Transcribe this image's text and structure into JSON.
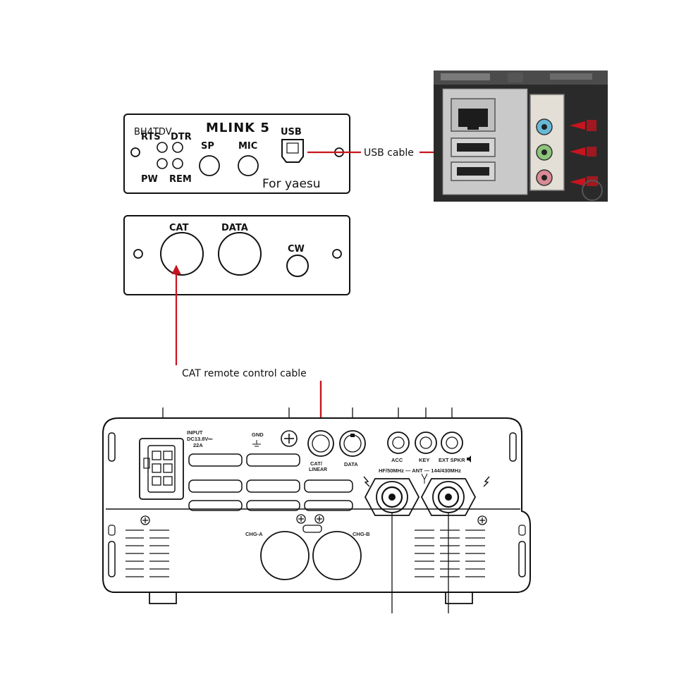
{
  "colors": {
    "arrow": "#c8141e",
    "ink": "#111111",
    "board": "#2a2a2a"
  },
  "mlink_front": {
    "title": "MLINK 5",
    "overlap_text": "BH4TDV",
    "rts": "RTS",
    "dtr": "DTR",
    "pw": "PW",
    "rem": "REM",
    "sp": "SP",
    "mic": "MIC",
    "usb": "USB",
    "subtitle": "For yaesu"
  },
  "mlink_rear": {
    "cat": "CAT",
    "data": "DATA",
    "cw": "CW"
  },
  "callouts": {
    "usb_cable": "USB cable",
    "cat_cable": "CAT remote control cable"
  },
  "radio": {
    "input_line1": "INPUT",
    "input_line2": "DC13.8V⎓",
    "input_line3": "22A",
    "gnd": "GND",
    "cat_linear_1": "CAT/",
    "cat_linear_2": "LINEAR",
    "data": "DATA",
    "acc": "ACC",
    "key": "KEY",
    "ext_spkr": "EXT SPKR",
    "ant_line": "HF/50MHz — ANT — 144/430MHz",
    "chg_a": "CHG-A",
    "chg_b": "CHG-B"
  }
}
